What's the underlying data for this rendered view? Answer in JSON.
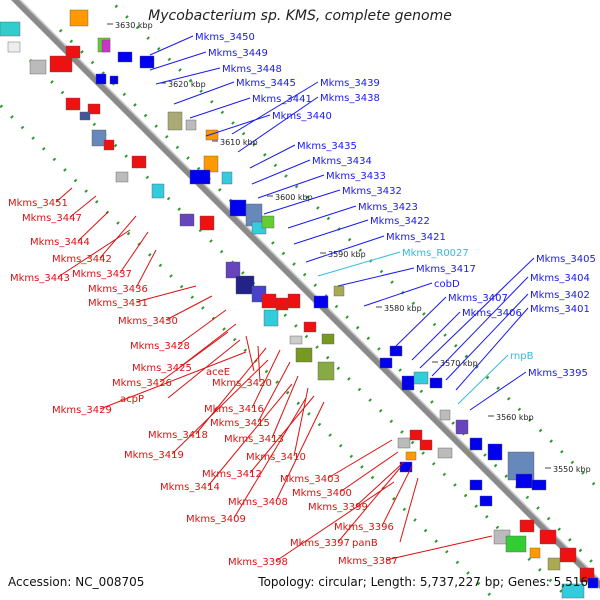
{
  "title": "Mycobacterium sp. KMS, complete genome",
  "footer": {
    "accession_label": "Accession:",
    "accession": "NC_008705",
    "topology_label": "Topology:",
    "topology": "circular",
    "length_label": "Length:",
    "length": "5,737,227 bp",
    "genes_label": "Genes:",
    "genes": "5,516"
  },
  "colors": {
    "backbone": "#8a8a8a",
    "forward_label": "#1a1aee",
    "reverse_label": "#dd1111",
    "rna_label": "#33bbdd",
    "tick_dots": "#2a9a2a"
  },
  "kbp_ticks": [
    "3630 kbp",
    "3620 kbp",
    "3610 kbp",
    "3600 kbp",
    "3590 kbp",
    "3580 kbp",
    "3570 kbp",
    "3560 kbp",
    "3550 kbp"
  ],
  "upper_labels": [
    "Mkms_3450",
    "Mkms_3449",
    "Mkms_3448",
    "Mkms_3445",
    "Mkms_3441",
    "Mkms_3440",
    "Mkms_3439",
    "Mkms_3438",
    "Mkms_3435",
    "Mkms_3434",
    "Mkms_3433",
    "Mkms_3432",
    "Mkms_3423",
    "Mkms_3422",
    "Mkms_3421",
    "Mkms_R0027",
    "Mkms_3417",
    "cobD",
    "Mkms_3407",
    "Mkms_3406",
    "Mkms_3405",
    "Mkms_3404",
    "Mkms_3402",
    "Mkms_3401",
    "rnpB",
    "Mkms_3395"
  ],
  "lower_labels": [
    "Mkms_3451",
    "Mkms_3447",
    "Mkms_3444",
    "Mkms_3442",
    "Mkms_3443",
    "Mkms_3437",
    "Mkms_3436",
    "Mkms_3431",
    "Mkms_3430",
    "Mkms_3428",
    "Mkms_3425",
    "aceE",
    "Mkms_3426",
    "Mkms_3420",
    "acpP",
    "Mkms_3429",
    "Mkms_3416",
    "Mkms_3415",
    "Mkms_3418",
    "Mkms_3413",
    "Mkms_3419",
    "Mkms_3410",
    "Mkms_3412",
    "Mkms_3403",
    "Mkms_3414",
    "Mkms_3400",
    "Mkms_3408",
    "Mkms_3399",
    "Mkms_3409",
    "Mkms_3396",
    "Mkms_3397",
    "panB",
    "Mkms_3398",
    "Mkms_3387"
  ]
}
